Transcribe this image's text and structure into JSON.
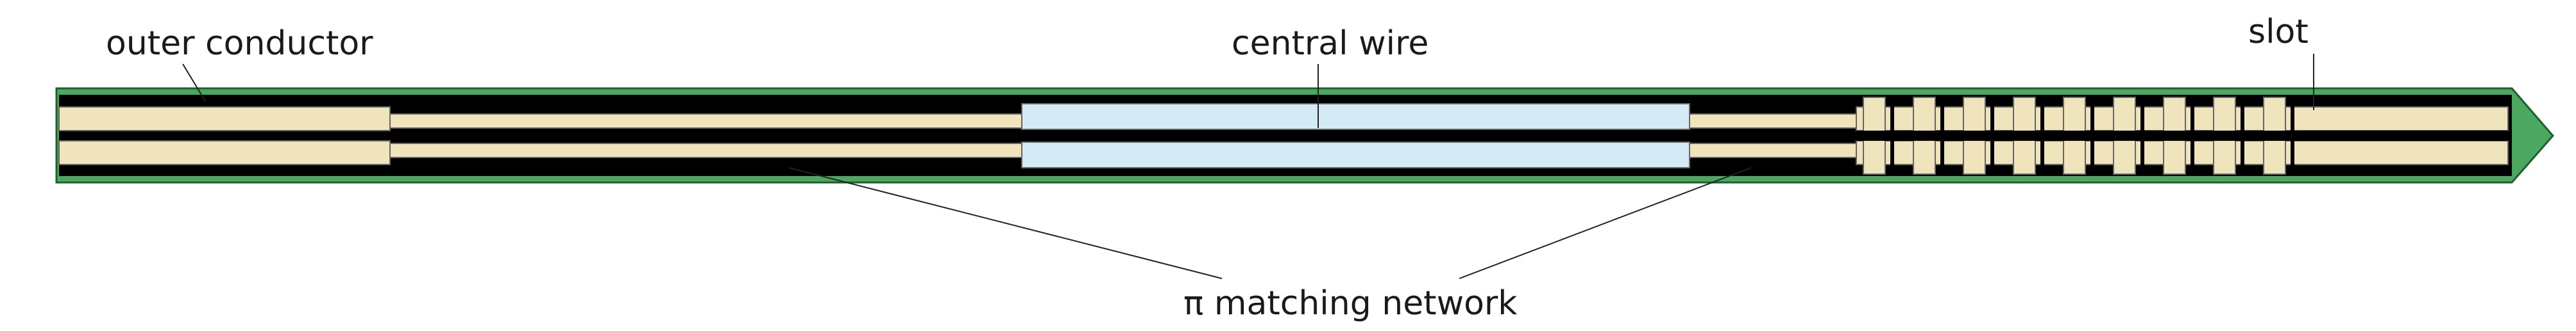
{
  "labels": {
    "outer_conductor": "outer conductor",
    "central_wire": "central wire",
    "slot": "slot",
    "matching_network": "π matching network"
  },
  "colors": {
    "outer_conductor": "#4aa860",
    "dielectric": "#000000",
    "conductor_fill": "#f0e4bc",
    "wire_fill": "#d4ebf5",
    "leader_line": "#222222"
  },
  "slots": {
    "count": 9
  }
}
